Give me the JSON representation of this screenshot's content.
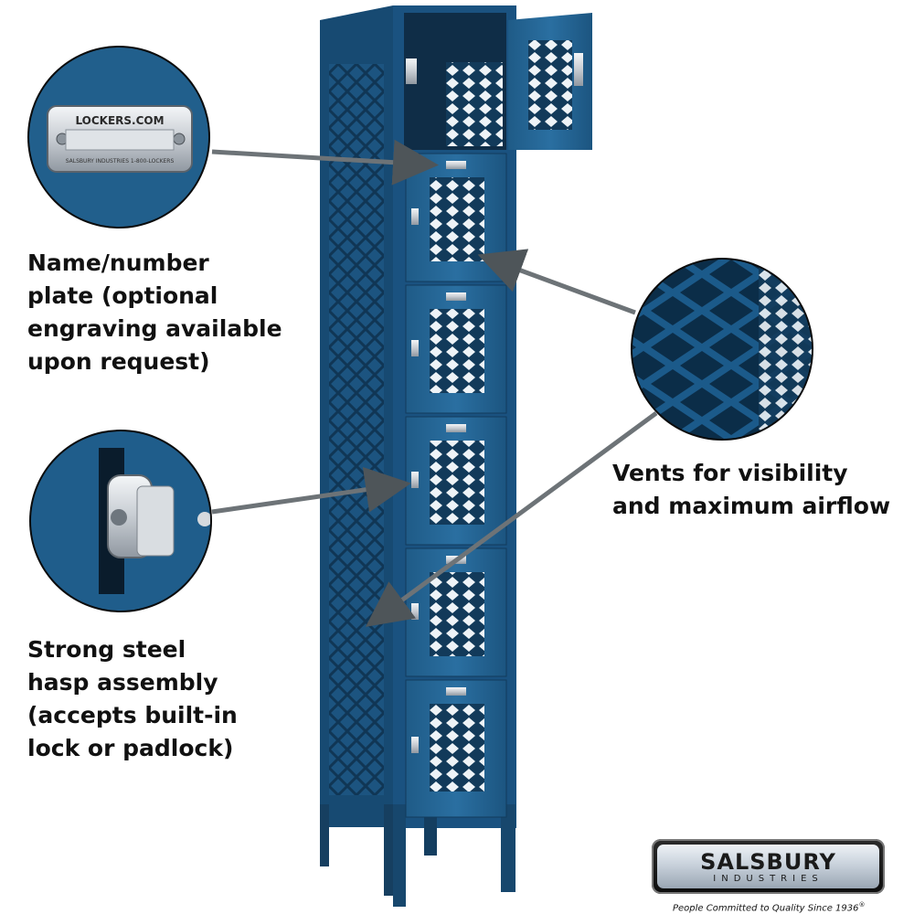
{
  "captions": {
    "plate": [
      "Name/number",
      "plate (optional",
      "engraving available",
      "upon request)"
    ],
    "hasp": [
      "Strong steel",
      "hasp assembly",
      "(accepts built-in",
      "lock or padlock)"
    ],
    "vents": [
      "Vents for visibility",
      "and maximum airflow"
    ]
  },
  "plate_detail": {
    "brand_text": "LOCKERS.COM",
    "sub_text": "SALSBURY INDUSTRIES  1-800-LOCKERS"
  },
  "logo": {
    "word": "SALSBURY",
    "sub": "INDUSTRIES",
    "tagline": "People Committed to Quality Since 1936",
    "mark": "®"
  },
  "colors": {
    "locker_blue": "#215f8c",
    "locker_dark": "#154468",
    "arrow_gray": "#6d7377"
  },
  "icons": {
    "arrow": "arrow-icon",
    "vent": "diamond-vent-icon"
  }
}
